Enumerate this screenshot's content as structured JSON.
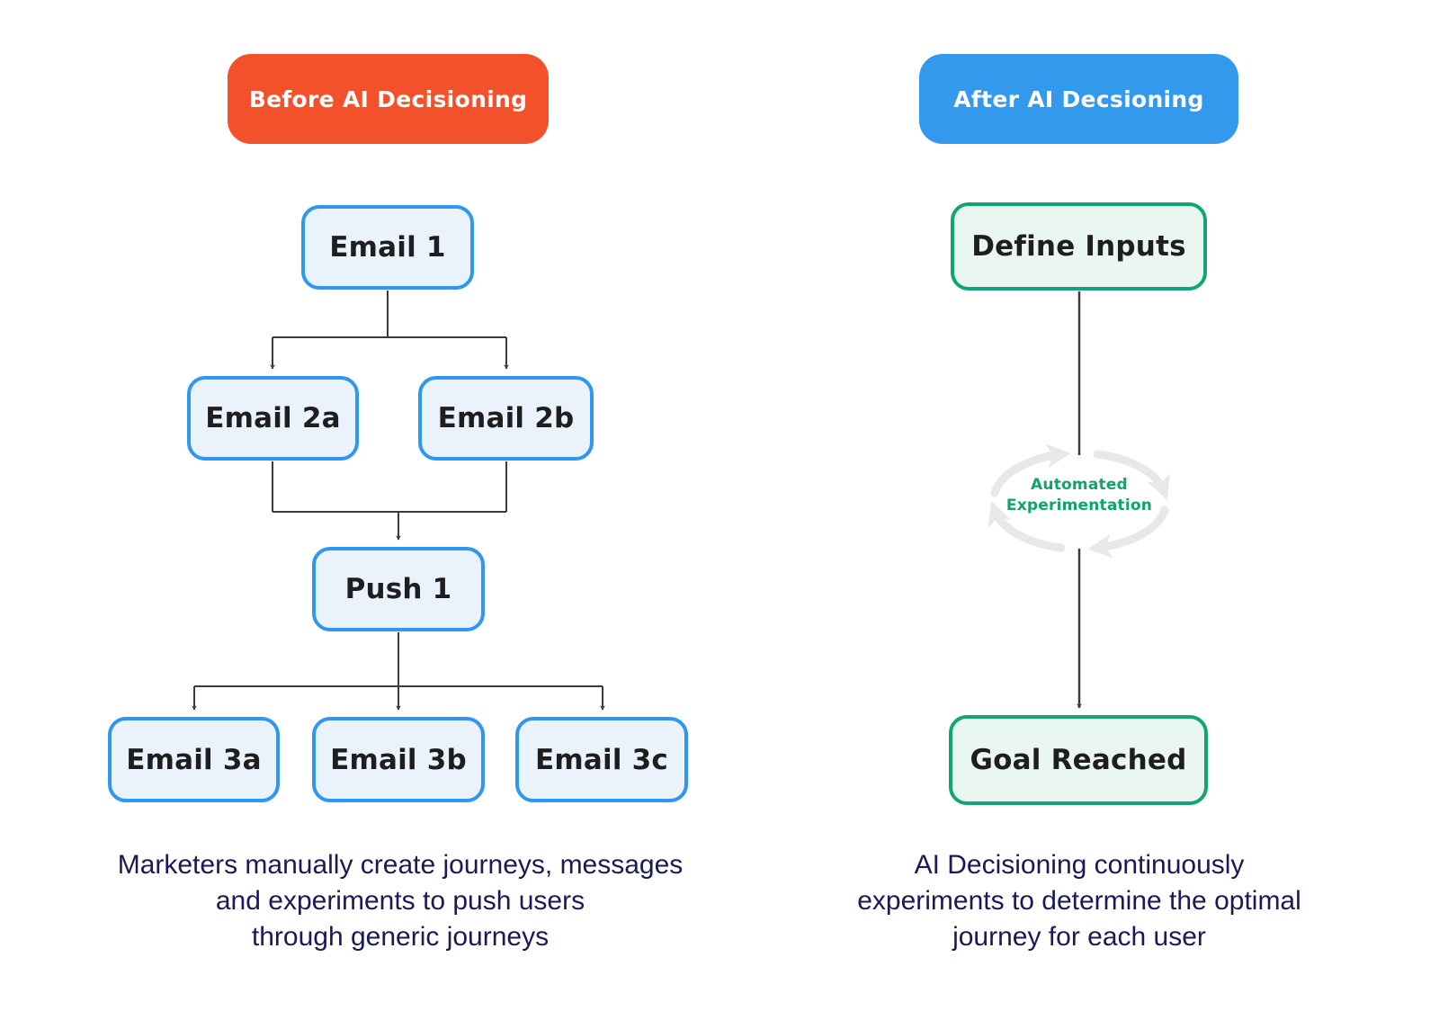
{
  "left": {
    "header": "Before AI Decisioning",
    "nodes": {
      "email1": "Email 1",
      "email2a": "Email 2a",
      "email2b": "Email 2b",
      "push1": "Push 1",
      "email3a": "Email 3a",
      "email3b": "Email 3b",
      "email3c": "Email 3c"
    },
    "caption": {
      "line1": "Marketers manually create journeys, messages",
      "line2": "and experiments to push users",
      "line3": "through generic journeys"
    }
  },
  "right": {
    "header": "After AI Decsioning",
    "nodes": {
      "define_inputs": "Define Inputs",
      "goal_reached": "Goal Reached"
    },
    "loop": {
      "line1": "Automated",
      "line2": "Experimentation"
    },
    "caption": {
      "line1": "AI Decisioning continuously",
      "line2": "experiments to determine the optimal",
      "line3": "journey for each user"
    }
  },
  "colors": {
    "before_header_bg": "#F2512B",
    "after_header_bg": "#3399EC",
    "blue_node_border": "#2F97EF",
    "blue_node_fill": "#EAF3FC",
    "green_node_border": "#12A376",
    "green_node_fill": "#E9F7F0",
    "loop_text_green": "#0FA36E",
    "loop_arrow_gray": "#E8E8E8",
    "connector_line": "#3B3B3B",
    "caption_navy": "#191A56",
    "background": "#FFFFFF"
  }
}
